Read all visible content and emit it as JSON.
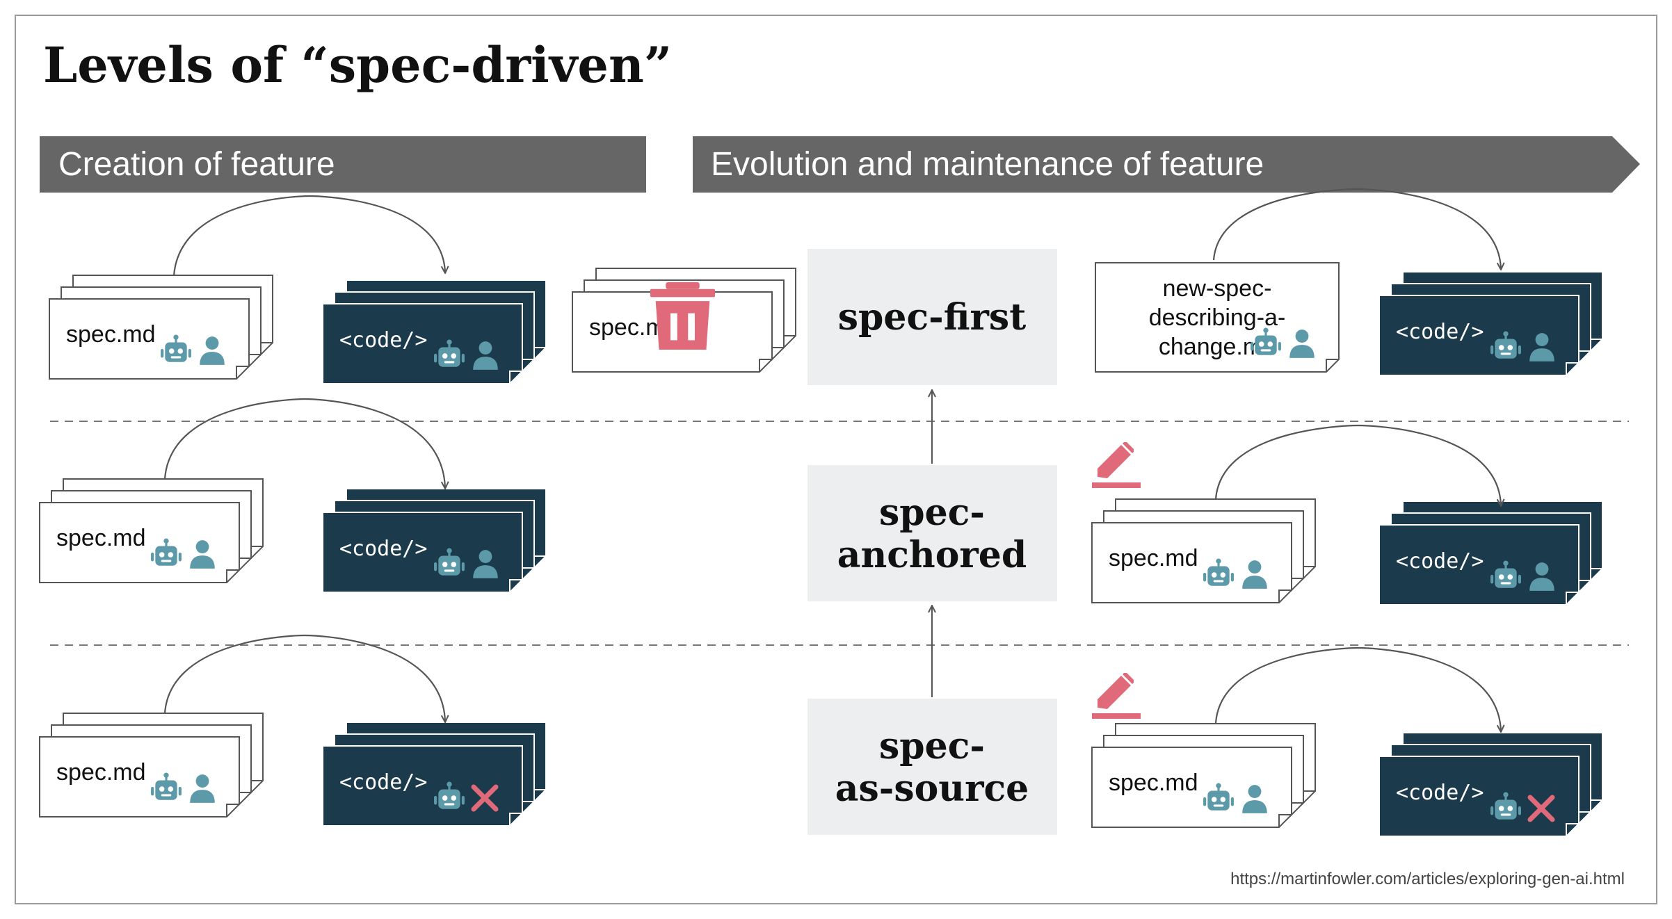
{
  "title": "Levels of “spec-driven”",
  "banners": {
    "creation": "Creation of feature",
    "evolution": "Evolution and maintenance of feature"
  },
  "levels": {
    "spec_first": "spec-first",
    "spec_anchored": [
      "spec-",
      "anchored"
    ],
    "spec_as_source": [
      "spec-",
      "as-source"
    ]
  },
  "docs": {
    "spec_label": "spec.md",
    "deleted_spec_label": "spec.md",
    "new_spec_label": [
      "new-spec-",
      "describing-a-",
      "change.md"
    ],
    "code_label": "<code/>"
  },
  "icons": [
    "robot-icon",
    "person-icon",
    "trash-icon",
    "pencil-icon",
    "cross-icon"
  ],
  "colors": {
    "banner": "#666666",
    "code_card": "#1b3a4b",
    "icon_teal": "#5c9aaa",
    "accent_red": "#e06a7a",
    "level_box": "#eceef0"
  },
  "footer": {
    "url": "https://martinfowler.com/articles/exploring-gen-ai.html"
  }
}
